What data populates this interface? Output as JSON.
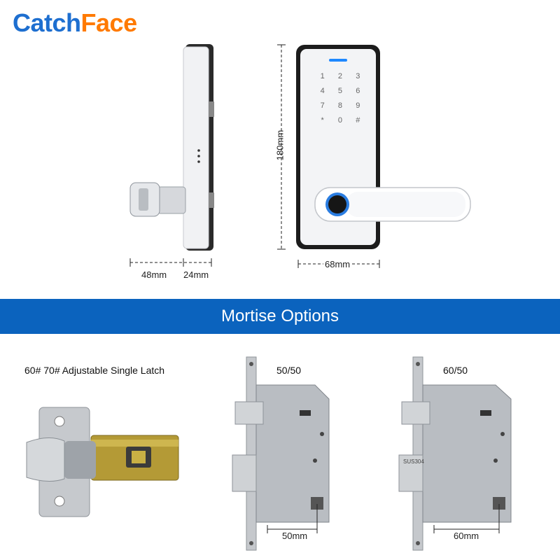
{
  "brand": {
    "part1": "Catch",
    "part2": "Face",
    "color1": "#1e6fd0",
    "color2": "#ff7a00"
  },
  "dimensions": {
    "depth_a": "48mm",
    "depth_b": "24mm",
    "height": "180mm",
    "width": "68mm"
  },
  "keypad": {
    "digits": [
      "1",
      "2",
      "3",
      "4",
      "5",
      "6",
      "7",
      "8",
      "9",
      "*",
      "0",
      "#"
    ]
  },
  "banner": {
    "title": "Mortise Options",
    "color": "#0b63be"
  },
  "options": [
    {
      "label": "60# 70# Adjustable Single Latch"
    },
    {
      "label": "50/50",
      "backset": "50mm"
    },
    {
      "label": "60/50",
      "backset": "60mm",
      "stamp": "SUS304"
    }
  ]
}
